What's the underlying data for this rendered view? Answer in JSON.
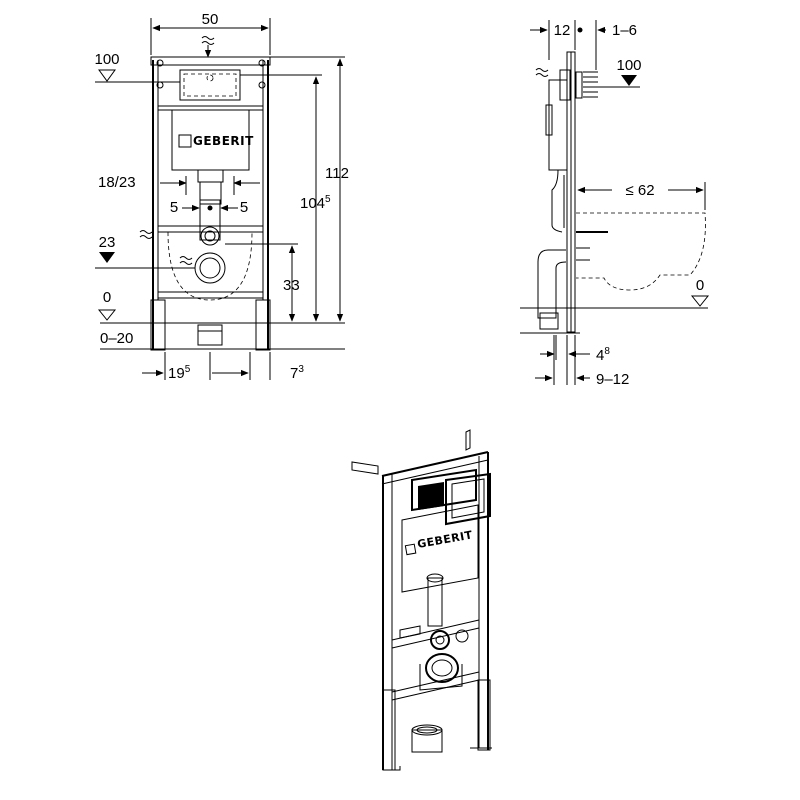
{
  "brand": {
    "logo_text": "GEBERIT"
  },
  "front_view": {
    "width": "50",
    "level_top": "100",
    "pipe_spacing": "18/23",
    "offset_left": "5",
    "offset_right": "5",
    "level_23": "23",
    "level_0": "0",
    "floor_range": "0–20",
    "height_total": "112",
    "height_frame_main": "104",
    "height_frame_sup": "5",
    "height_outlet": "33",
    "foot_spacing_main": "19",
    "foot_spacing_sup": "5",
    "foot_offset_main": "7",
    "foot_offset_sup": "3"
  },
  "side_view": {
    "depth_top": "12",
    "depth_adjust": "1–6",
    "level_top": "100",
    "bowl_reach": "≤ 62",
    "level_0": "0",
    "foot_depth_main": "4",
    "foot_depth_sup": "8",
    "wall_depth": "9–12"
  }
}
